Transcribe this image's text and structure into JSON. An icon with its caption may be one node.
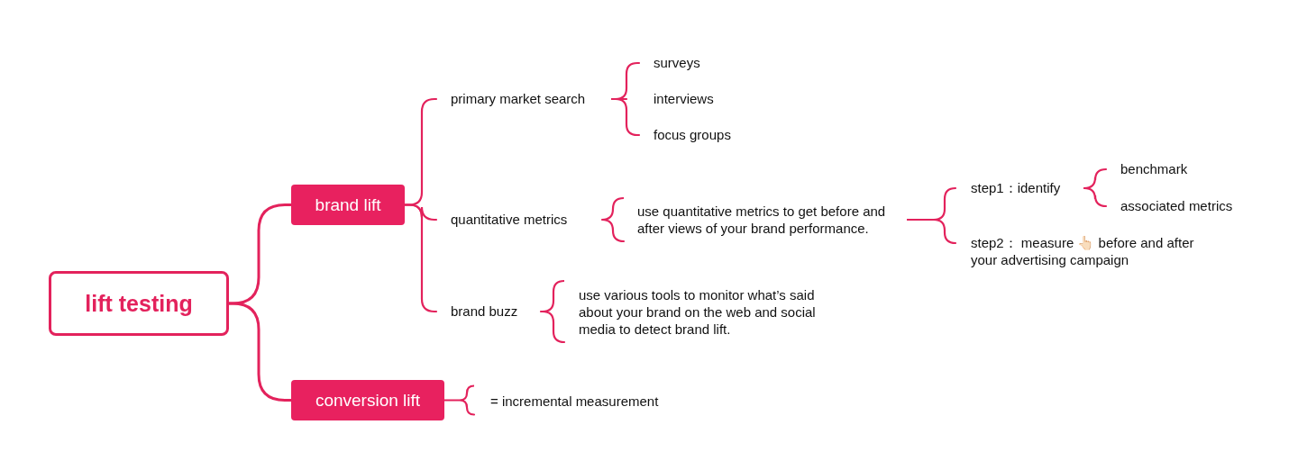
{
  "diagram": {
    "nodes": [
      {
        "text": [
          "lift testing"
        ]
      },
      {
        "text": [
          "brand lift"
        ]
      },
      {
        "text": [
          "conversion lift"
        ]
      },
      {
        "text": [
          "primary market search"
        ]
      },
      {
        "text": [
          "surveys"
        ]
      },
      {
        "text": [
          "interviews"
        ]
      },
      {
        "text": [
          "focus groups"
        ]
      },
      {
        "text": [
          "quantitative metrics"
        ]
      },
      {
        "text": [
          "use quantitative metrics to get before and after views of your brand performance."
        ]
      },
      {
        "text": [
          "step1：identify"
        ]
      },
      {
        "text": [
          "benchmark"
        ]
      },
      {
        "text": [
          "associated metrics"
        ]
      },
      {
        "text": [
          "step2： measure 👆🏻 before and after your advertising campaign"
        ]
      },
      {
        "text": [
          "brand buzz"
        ]
      },
      {
        "text": [
          "use various tools to monitor what’s said about your brand on the web and social media to detect brand lift."
        ]
      },
      {
        "text": [
          "= incremental measurement"
        ]
      }
    ],
    "edges": [
      {
        "from": 0,
        "to": 1,
        "arrow": "none"
      },
      {
        "from": 0,
        "to": 2,
        "arrow": "none"
      },
      {
        "from": 1,
        "to": 3,
        "arrow": "none"
      },
      {
        "from": 1,
        "to": 7,
        "arrow": "none"
      },
      {
        "from": 1,
        "to": 13,
        "arrow": "none"
      },
      {
        "from": 3,
        "to": 4,
        "arrow": "none"
      },
      {
        "from": 3,
        "to": 5,
        "arrow": "none"
      },
      {
        "from": 3,
        "to": 6,
        "arrow": "none"
      },
      {
        "from": 7,
        "to": 8,
        "arrow": "none"
      },
      {
        "from": 8,
        "to": 9,
        "arrow": "none"
      },
      {
        "from": 8,
        "to": 12,
        "arrow": "none"
      },
      {
        "from": 9,
        "to": 10,
        "arrow": "none"
      },
      {
        "from": 9,
        "to": 11,
        "arrow": "none"
      },
      {
        "from": 13,
        "to": 14,
        "arrow": "none"
      },
      {
        "from": 2,
        "to": 15,
        "arrow": "none"
      }
    ]
  }
}
